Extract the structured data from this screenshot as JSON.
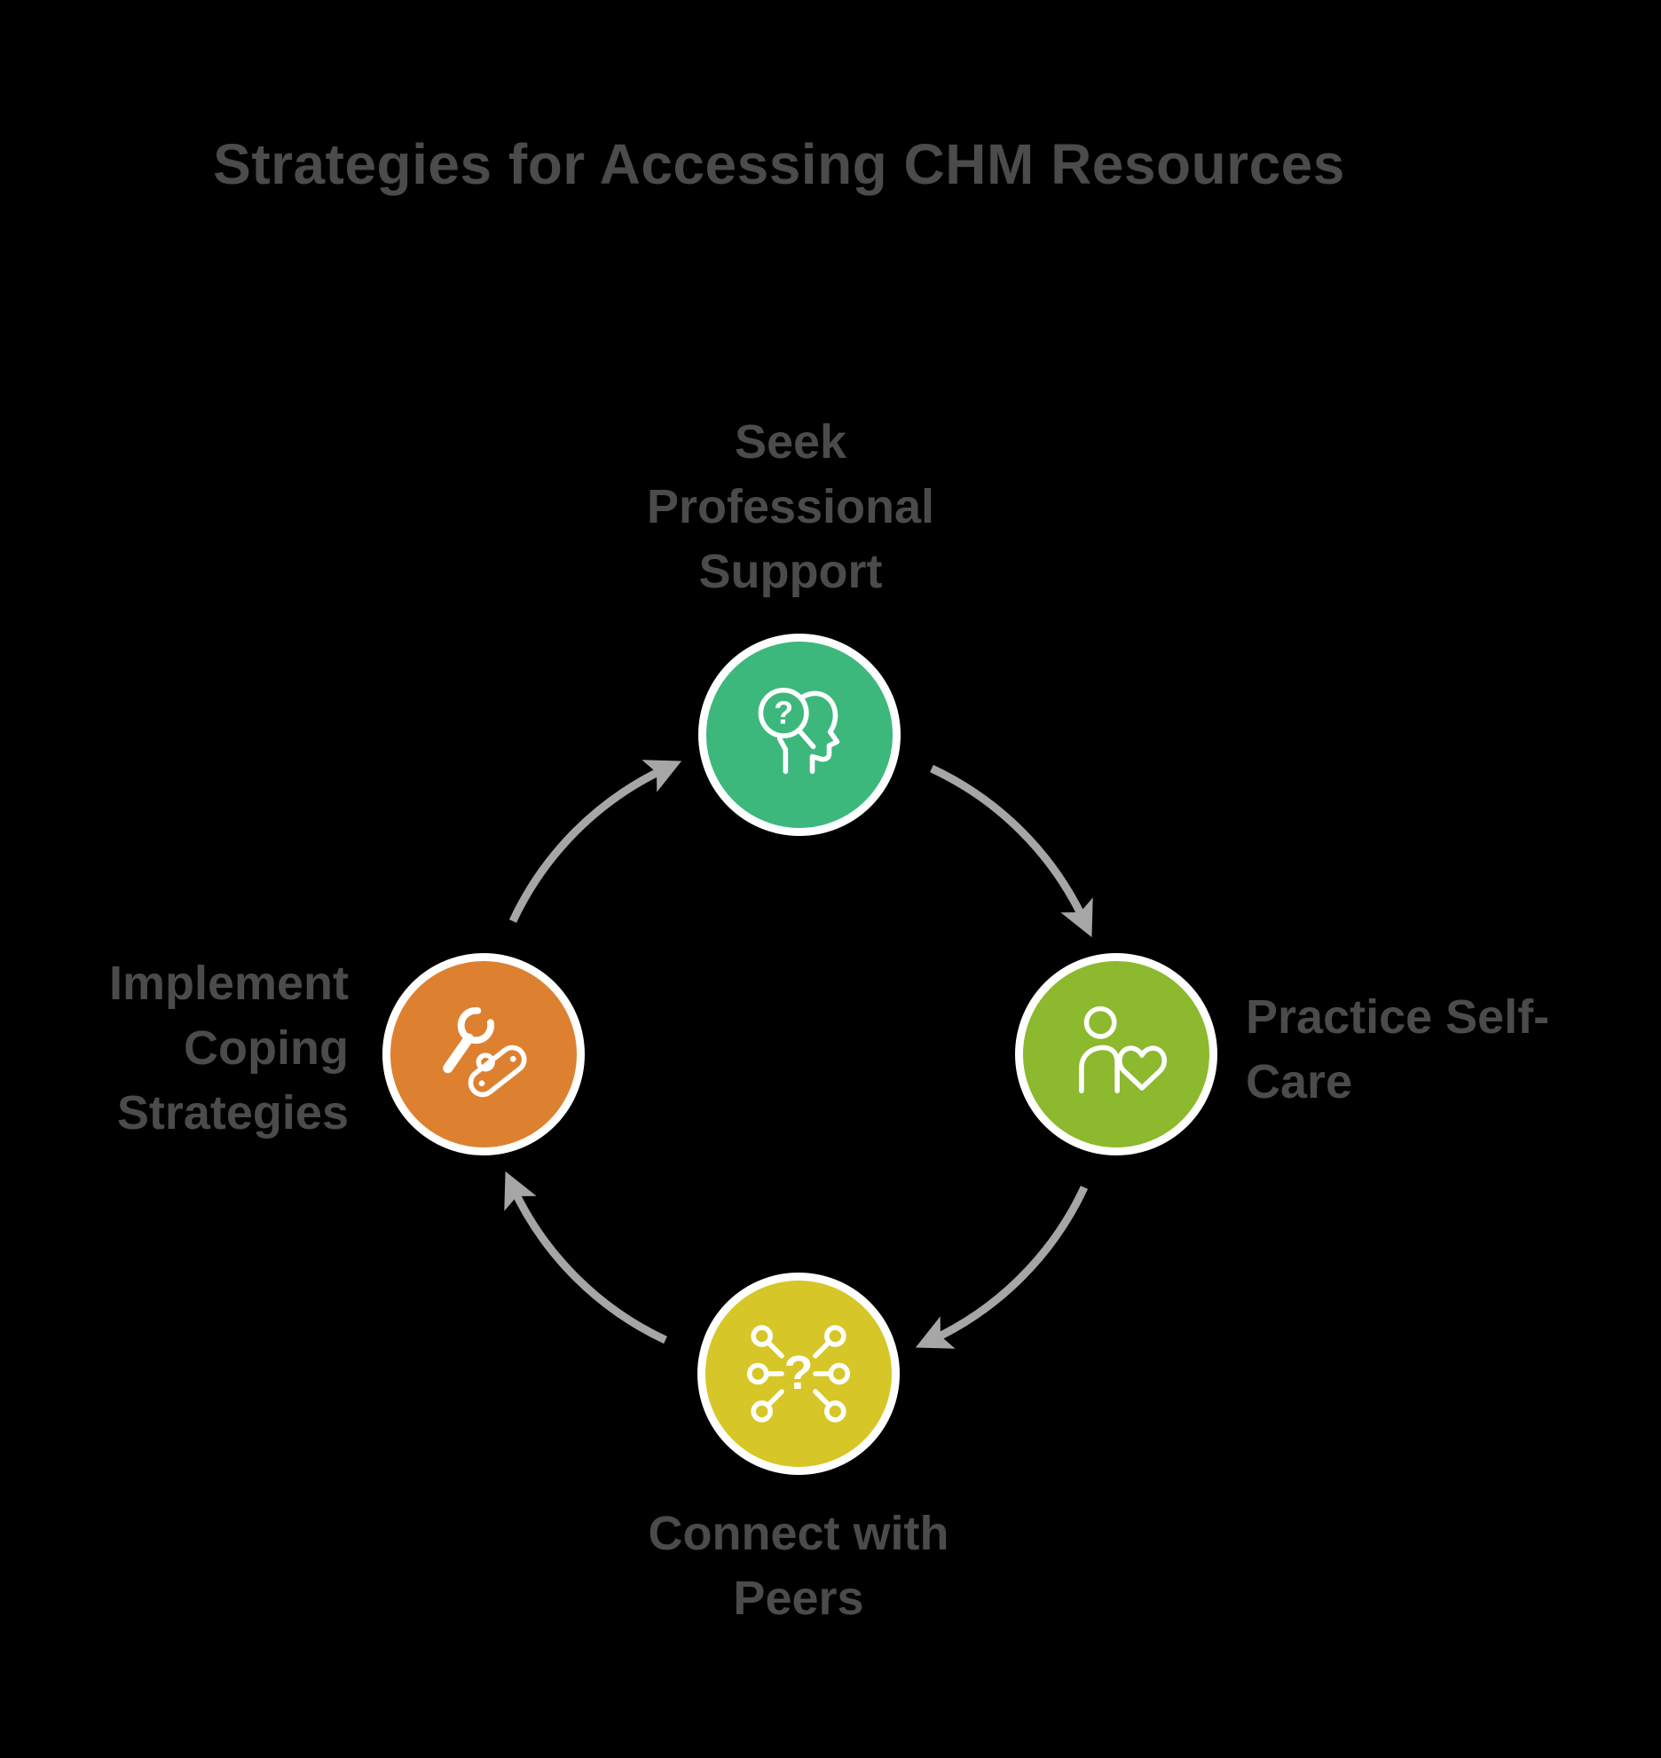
{
  "title": "Strategies for Accessing CHM Resources",
  "diagram": {
    "type": "cycle",
    "flow": "clockwise",
    "background_color": "#000000",
    "arrow_color": "#a6a6a6",
    "label_color": "#4b4b4b",
    "node_ring_color": "#ffffff",
    "nodes": [
      {
        "label": "Seek\nProfessional\nSupport",
        "color": "#3db87d",
        "icon": "head-with-magnifier-question-icon",
        "position": "top"
      },
      {
        "label": "Practice Self-\nCare",
        "color": "#8cb92d",
        "icon": "person-with-heart-icon",
        "position": "right"
      },
      {
        "label": "Connect with\nPeers",
        "color": "#d6c627",
        "icon": "question-network-icon",
        "position": "bottom"
      },
      {
        "label": "Implement\nCoping\nStrategies",
        "color": "#dd8130",
        "icon": "wrench-and-knife-tools-icon",
        "position": "left"
      }
    ]
  }
}
